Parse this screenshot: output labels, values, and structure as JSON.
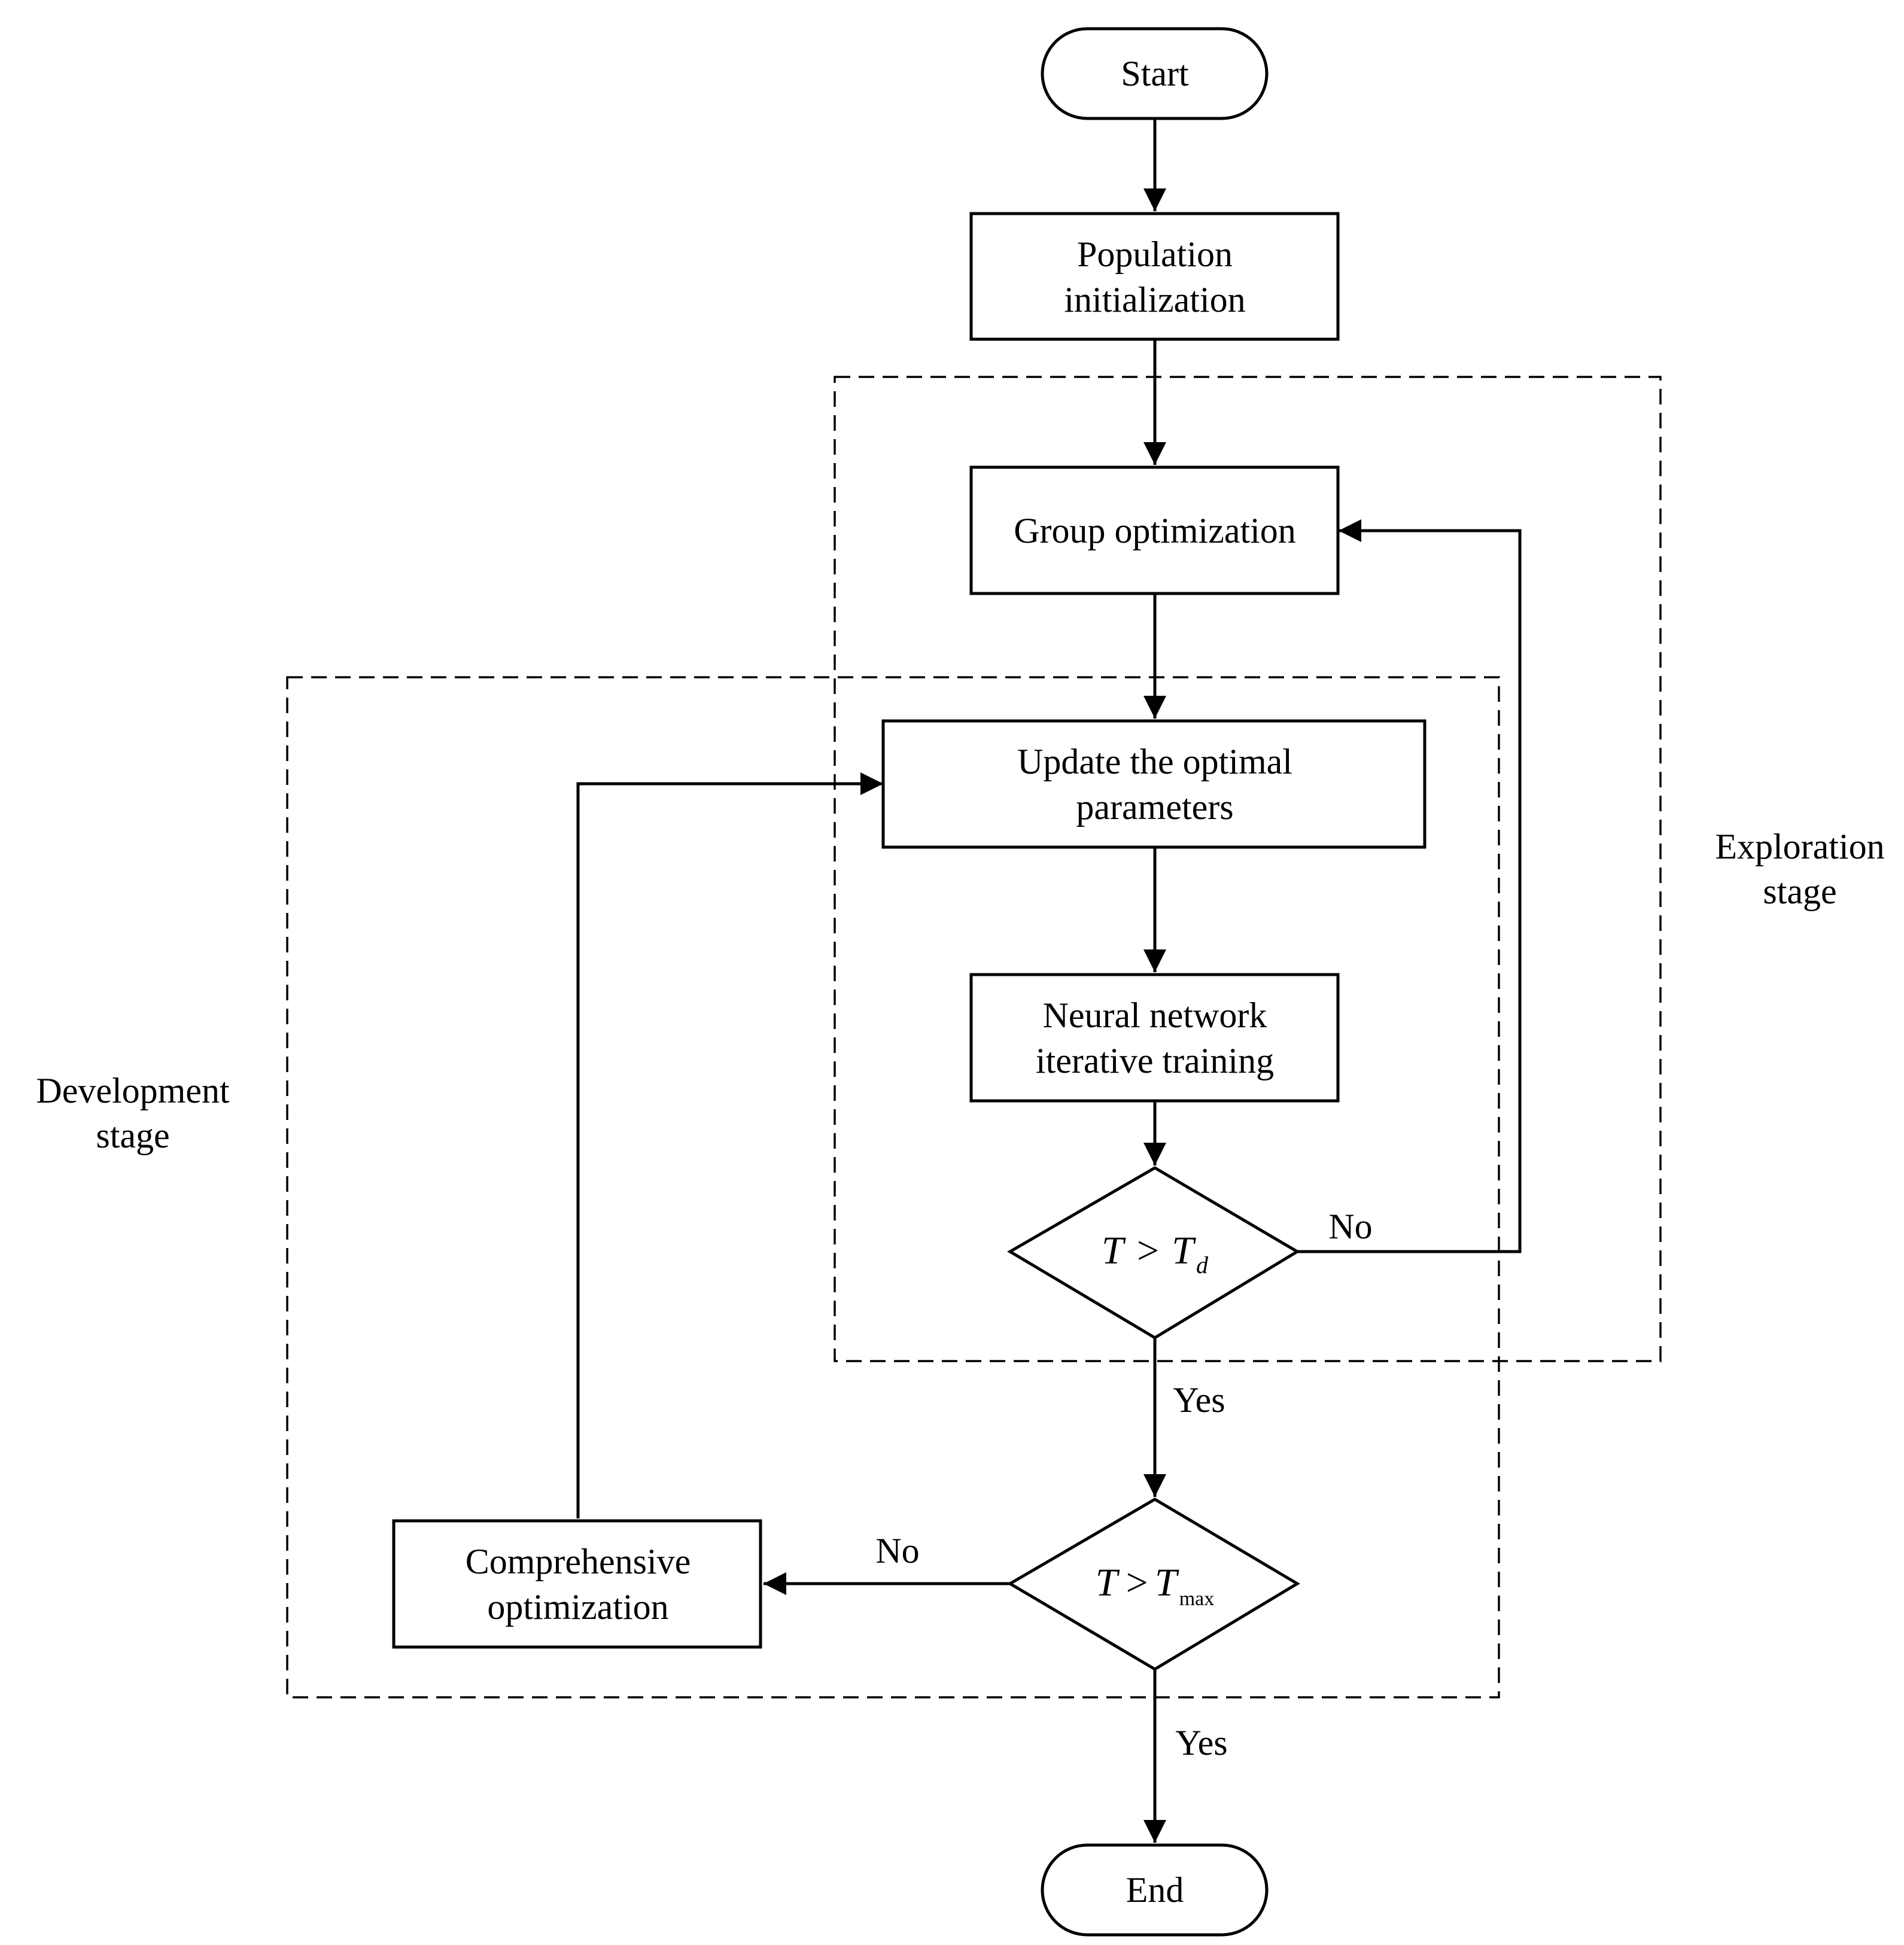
{
  "nodes": {
    "start": {
      "label": "Start"
    },
    "population": {
      "lines": [
        "Population",
        "initialization"
      ]
    },
    "group": {
      "lines": [
        "Group optimization"
      ]
    },
    "update": {
      "lines": [
        "Update the optimal",
        "parameters"
      ]
    },
    "neural": {
      "lines": [
        "Neural network",
        "iterative training"
      ]
    },
    "decision_td": {
      "var": "T",
      "op": ">",
      "rhs": "T",
      "sub": "d"
    },
    "decision_tmax": {
      "var": "T",
      "op": ">",
      "rhs": "T",
      "sub": "max"
    },
    "comprehensive": {
      "lines": [
        "Comprehensive",
        "optimization"
      ]
    },
    "end": {
      "label": "End"
    }
  },
  "edges": {
    "td_no": "No",
    "td_yes": "Yes",
    "tmax_no": "No",
    "tmax_yes": "Yes"
  },
  "stages": {
    "exploration": {
      "lines": [
        "Exploration",
        "stage"
      ]
    },
    "development": {
      "lines": [
        "Development",
        "stage"
      ]
    }
  }
}
